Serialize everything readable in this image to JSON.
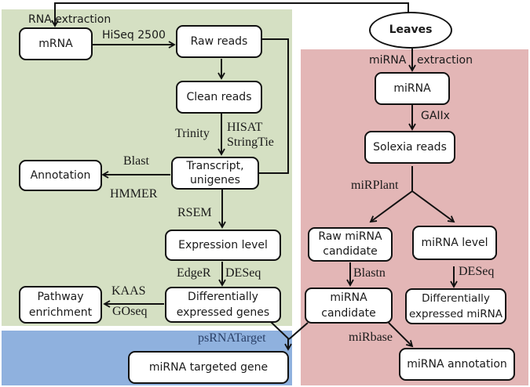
{
  "colors": {
    "transcriptome_panel": "#d5e0c3",
    "mirna_panel": "#e3b6b6",
    "target_panel": "#8fb1de",
    "node_fill": "#ffffff",
    "stroke": "#111111"
  },
  "nodes": {
    "leaves": "Leaves",
    "mrna": "mRNA",
    "raw_reads": "Raw reads",
    "clean_reads": "Clean reads",
    "transcript": "Transcript,\nunigenes",
    "annotation": "Annotation",
    "expression_level": "Expression level",
    "deg": "Differentially\nexpressed genes",
    "pathway": "Pathway\nenrichment",
    "targeted_gene": "miRNA targeted gene",
    "mirna": "miRNA",
    "solexia_reads": "Solexia reads",
    "raw_mirna_candidate": "Raw miRNA\ncandidate",
    "mirna_level": "miRNA level",
    "mirna_candidate": "miRNA\ncandidate",
    "de_mirna": "Differentially\nexpressed miRNA",
    "mirna_annotation": "miRNA annotation"
  },
  "edge_labels": {
    "rna_extraction": "RNA  extraction",
    "hiseq": "HiSeq 2500",
    "trinity": "Trinity",
    "hisat": "HISAT",
    "stringtie": "StringTie",
    "blast": "Blast",
    "hmmer": "HMMER",
    "rsem": "RSEM",
    "edger": "EdgeR",
    "deseq": "DESeq",
    "kaas": "KAAS",
    "goseq": "GOseq",
    "psrnatarget": "psRNATarget",
    "mirna_extraction_1": "miRNA",
    "mirna_extraction_2": "extraction",
    "gaiix": "GAIIx",
    "mirplant": "miRPlant",
    "blastn": "Blastn",
    "deseq_mirna": "DESeq",
    "mirbase": "miRbase"
  }
}
